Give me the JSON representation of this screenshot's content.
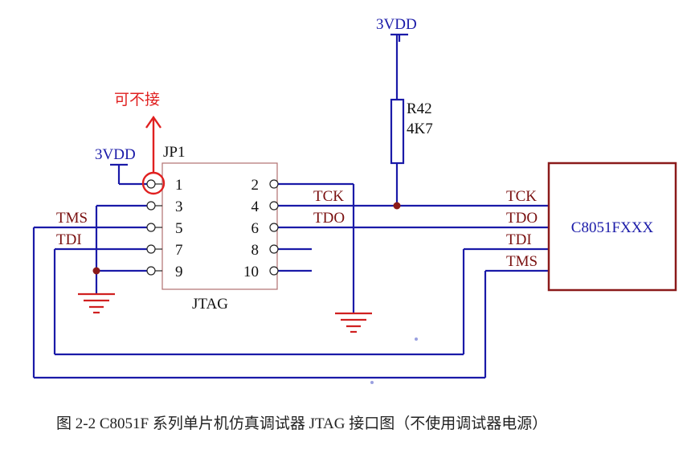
{
  "diagram": {
    "power_top": "3VDD",
    "power_left": "3VDD",
    "resistor_ref": "R42",
    "resistor_value": "4K7",
    "connector_ref": "JP1",
    "connector_name": "JTAG",
    "annotation": "可不接",
    "chip_name": "C8051FXXX",
    "pins_left": [
      "1",
      "3",
      "5",
      "7",
      "9"
    ],
    "pins_right": [
      "2",
      "4",
      "6",
      "8",
      "10"
    ],
    "net_tms_left": "TMS",
    "net_tdi_left": "TDI",
    "net_tck_mid": "TCK",
    "net_tdo_mid": "TDO",
    "chip_pins": [
      "TCK",
      "TDO",
      "TDI",
      "TMS"
    ]
  },
  "caption": "图 2-2    C8051F 系列单片机仿真调试器  JTAG 接口图（不使用调试器电源）",
  "colors": {
    "wire": "#1a1aa8",
    "ground": "#d02020",
    "chip_border": "#8b1a1a",
    "annotation": "#e02020",
    "connector_border": "#b07070"
  }
}
